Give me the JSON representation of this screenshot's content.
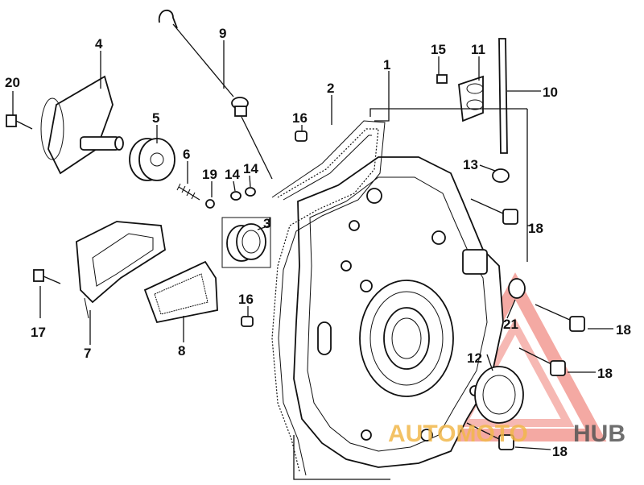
{
  "diagram": {
    "callouts": [
      {
        "id": "c1",
        "text": "1"
      },
      {
        "id": "c2",
        "text": "2"
      },
      {
        "id": "c3",
        "text": "3"
      },
      {
        "id": "c4",
        "text": "4"
      },
      {
        "id": "c5",
        "text": "5"
      },
      {
        "id": "c6",
        "text": "6"
      },
      {
        "id": "c7",
        "text": "7"
      },
      {
        "id": "c8",
        "text": "8"
      },
      {
        "id": "c9",
        "text": "9"
      },
      {
        "id": "c10",
        "text": "10"
      },
      {
        "id": "c11",
        "text": "11"
      },
      {
        "id": "c12",
        "text": "12"
      },
      {
        "id": "c13",
        "text": "13"
      },
      {
        "id": "c14a",
        "text": "14"
      },
      {
        "id": "c14b",
        "text": "14"
      },
      {
        "id": "c15",
        "text": "15"
      },
      {
        "id": "c16a",
        "text": "16"
      },
      {
        "id": "c16b",
        "text": "16"
      },
      {
        "id": "c17",
        "text": "17"
      },
      {
        "id": "c18a",
        "text": "18"
      },
      {
        "id": "c18b",
        "text": "18"
      },
      {
        "id": "c18c",
        "text": "18"
      },
      {
        "id": "c18d",
        "text": "18"
      },
      {
        "id": "c19",
        "text": "19"
      },
      {
        "id": "c20",
        "text": "20"
      },
      {
        "id": "c21",
        "text": "21"
      }
    ],
    "watermark": {
      "part1": "AUTOMOTO",
      "part2": "HUB",
      "color_red": "#e8473a",
      "color_gold": "#f2b84b",
      "color_dark": "#555555"
    }
  }
}
